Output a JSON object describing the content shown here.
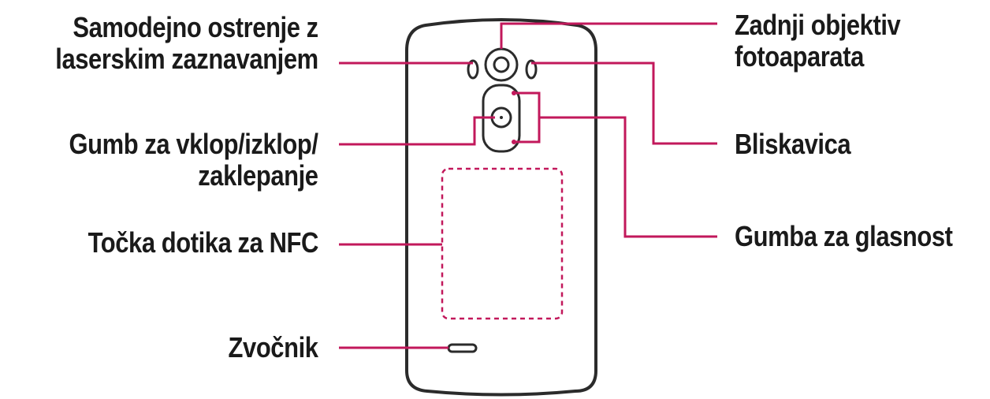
{
  "labels": {
    "laser_af": [
      "Samodejno ostrenje z",
      "laserskim zaznavanjem"
    ],
    "power_lock": [
      "Gumb za vklop/izklop/",
      "zaklepanje"
    ],
    "nfc": [
      "Točka dotika za NFC"
    ],
    "speaker": [
      "Zvočnik"
    ],
    "rear_camera": [
      "Zadnji objektiv",
      "fotoaparata"
    ],
    "flash": [
      "Bliskavica"
    ],
    "volume": [
      "Gumba za glasnost"
    ]
  },
  "colors": {
    "leader": "#c2185b",
    "outline": "#2b2b2b",
    "text": "#1a1a1a"
  }
}
